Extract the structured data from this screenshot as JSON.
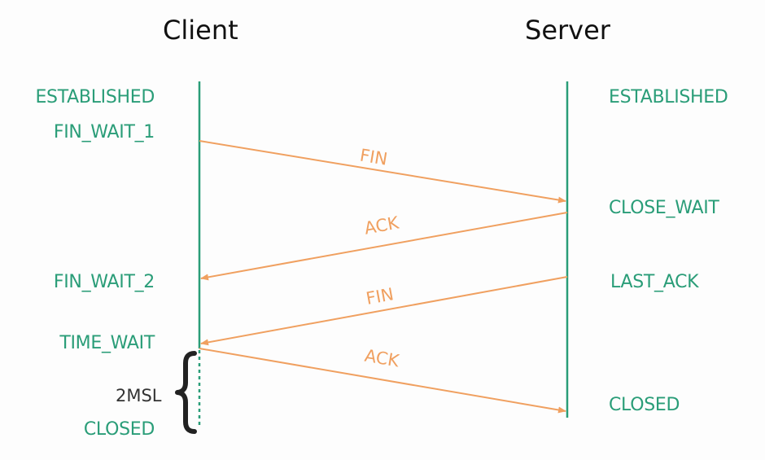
{
  "titles": {
    "client": "Client",
    "server": "Server"
  },
  "client_states": {
    "established": "ESTABLISHED",
    "fin_wait_1": "FIN_WAIT_1",
    "fin_wait_2": "FIN_WAIT_2",
    "time_wait": "TIME_WAIT",
    "closed": "CLOSED"
  },
  "server_states": {
    "established": "ESTABLISHED",
    "close_wait": "CLOSE_WAIT",
    "last_ack": "LAST_ACK",
    "closed": "CLOSED"
  },
  "messages": {
    "fin_1": "FIN",
    "ack_1": "ACK",
    "fin_2": "FIN",
    "ack_2": "ACK"
  },
  "wait_label": "2MSL",
  "colors": {
    "state_text": "#2a9d78",
    "lifeline": "#2a9d78",
    "message": "#f0a060",
    "brace": "#222222"
  }
}
